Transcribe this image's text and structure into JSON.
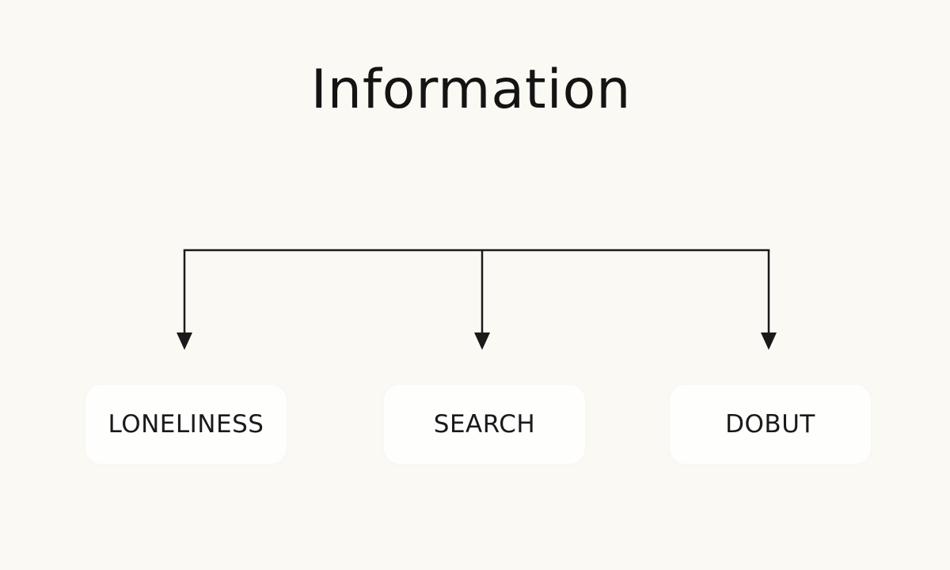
{
  "diagram": {
    "title": "Information",
    "nodes": [
      {
        "label": "LONELINESS"
      },
      {
        "label": "SEARCH"
      },
      {
        "label": "DOBUT"
      }
    ],
    "line_color": "#1a1a1a",
    "background_color": "#fbf9f4",
    "node_color": "#fefefd"
  }
}
